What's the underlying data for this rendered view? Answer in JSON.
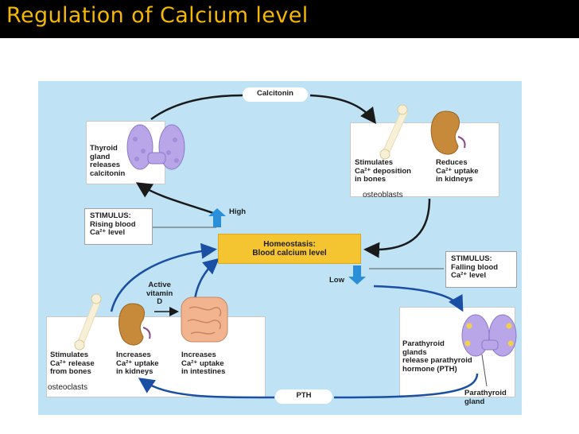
{
  "slide": {
    "title": "Regulation of Calcium level",
    "title_color": "#f5b700",
    "title_bar_color": "#000000",
    "panel_color": "#bfe3f5"
  },
  "diagram": {
    "calcitonin_tag": "Calcitonin",
    "pth_tag": "PTH",
    "thyroid_label": "Thyroid\ngland\nreleases\ncalcitonin",
    "stimulus_rising": "STIMULUS:\nRising blood\nCa²⁺ level",
    "stimulus_falling": "STIMULUS:\nFalling blood\nCa²⁺ level",
    "high_label": "High",
    "low_label": "Low",
    "homeostasis": "Homeostasis:\nBlood calcium level",
    "top_bone_effect": "Stimulates\nCa²⁺ deposition\nin bones",
    "top_kidney_effect": "Reduces\nCa²⁺ uptake\nin kidneys",
    "osteoblasts_note": "osteoblasts",
    "active_vitamin_d": "Active\nvitamin\nD",
    "bottom_bone_effect": "Stimulates\nCa²⁺ release\nfrom bones",
    "bottom_kidney_effect": "Increases\nCa²⁺ uptake\nin kidneys",
    "intestine_effect": "Increases\nCa²⁺ uptake\nin intestines",
    "osteoclasts_note": "osteoclasts",
    "parathyroid_release": "Parathyroid\nglands\nrelease parathyroid\nhormone (PTH)",
    "parathyroid_gland": "Parathyroid\ngland",
    "arrow_color": "#1a4fa3",
    "up_arrow_color": "#2a8fd8",
    "homeostasis_color": "#f4c431",
    "thyroid_color": "#b9a6e8",
    "kidney_color": "#c68a3a",
    "bone_color": "#f7f0d6",
    "intestine_color": "#f2b48e"
  }
}
